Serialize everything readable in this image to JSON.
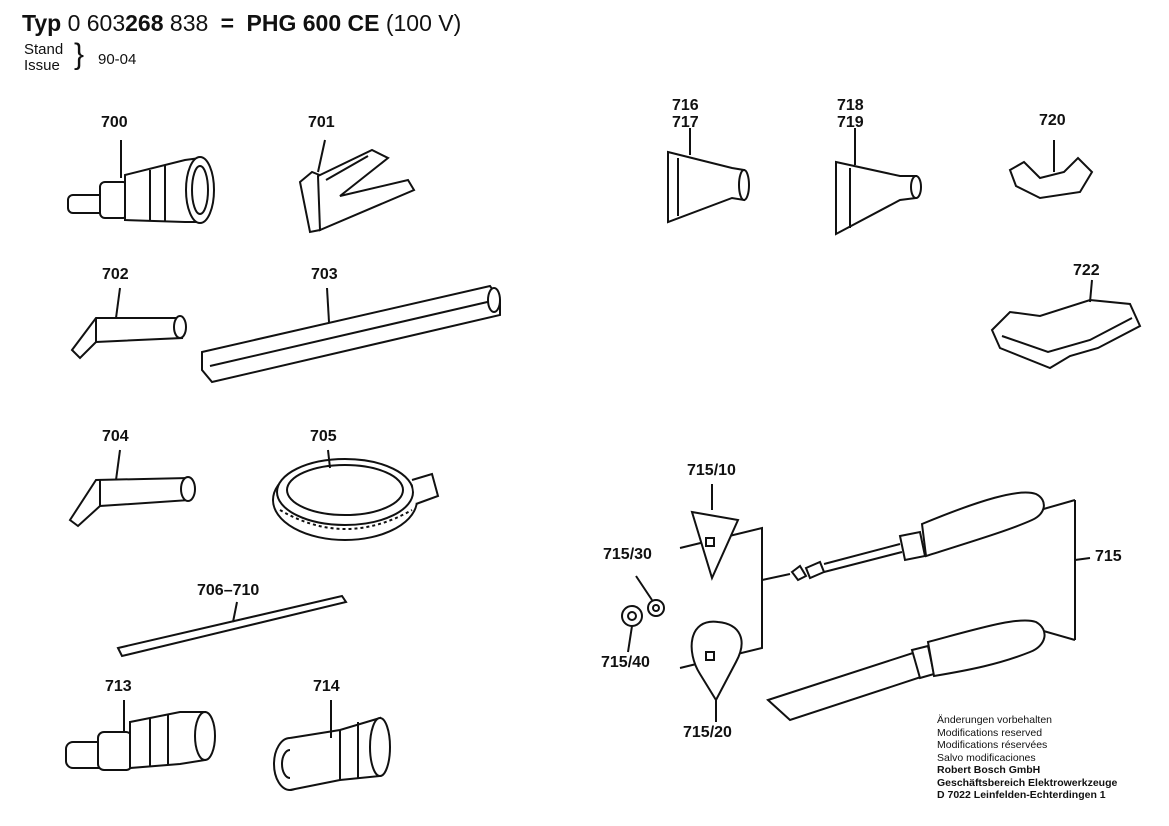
{
  "header": {
    "typ": "Typ",
    "num_a": "0 603",
    "num_b": "268",
    "num_c": "838",
    "eq": "=",
    "model": "PHG 600 CE",
    "voltage": "(100 V)"
  },
  "stand": {
    "label_de": "Stand",
    "label_en": "Issue",
    "value": "90-04"
  },
  "parts": {
    "p700": "700",
    "p701": "701",
    "p702": "702",
    "p703": "703",
    "p704": "704",
    "p705": "705",
    "p706": "706–710",
    "p713": "713",
    "p714": "714",
    "p716": "716",
    "p717": "717",
    "p718": "718",
    "p719": "719",
    "p720": "720",
    "p722": "722",
    "p715_10": "715/10",
    "p715_30": "715/30",
    "p715_40": "715/40",
    "p715_20": "715/20",
    "p715": "715"
  },
  "notes": {
    "l1": "Änderungen vorbehalten",
    "l2": "Modifications reserved",
    "l3": "Modifications réservées",
    "l4": "Salvo modificaciones",
    "l5": "Robert Bosch GmbH",
    "l6": "Geschäftsbereich Elektrowerkzeuge",
    "l7": "D 7022 Leinfelden-Echterdingen 1"
  }
}
